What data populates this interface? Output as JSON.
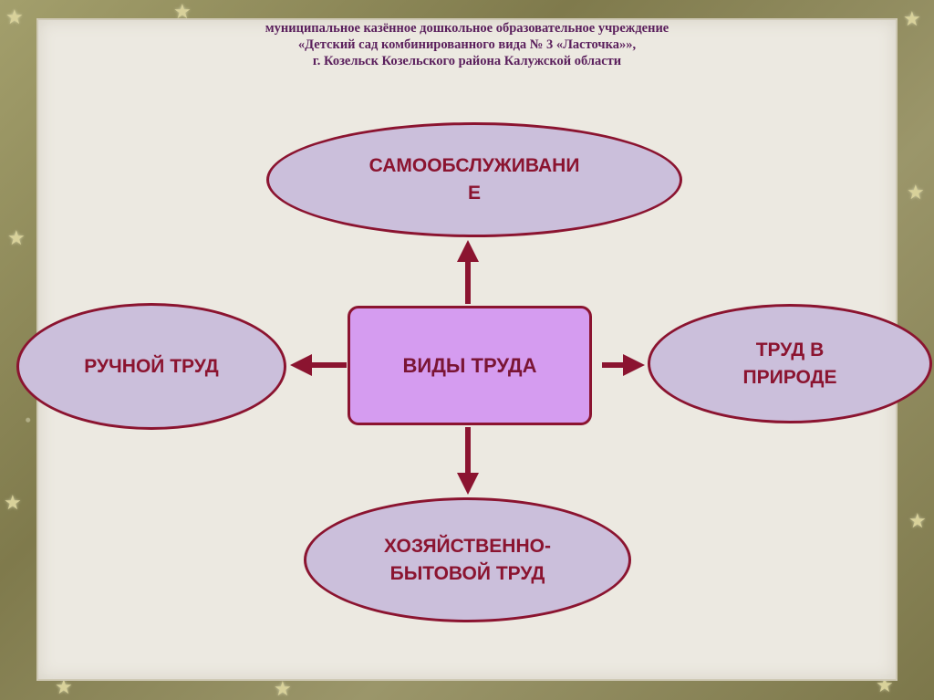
{
  "header": {
    "line1": "муниципальное казённое дошкольное образовательное учреждение",
    "line2": "«Детский сад комбинированного вида № 3 «Ласточка»»,",
    "line3": "г. Козельск Козельского района Калужской области"
  },
  "diagram": {
    "center": "ВИДЫ ТРУДА",
    "top_line1": "САМООБСЛУЖИВАНИ",
    "top_line2": "Е",
    "left": "РУЧНОЙ ТРУД",
    "right_line1": "ТРУД В",
    "right_line2": "ПРИРОДЕ",
    "bottom_line1": "ХОЗЯЙСТВЕННО-",
    "bottom_line2": "БЫТОВОЙ ТРУД"
  },
  "colors": {
    "border": "#8b1430",
    "ellipse_fill": "#cbbfdb",
    "center_fill": "#d59cf0",
    "header_text": "#5a1f5c",
    "panel_bg": "#ece9e1"
  }
}
